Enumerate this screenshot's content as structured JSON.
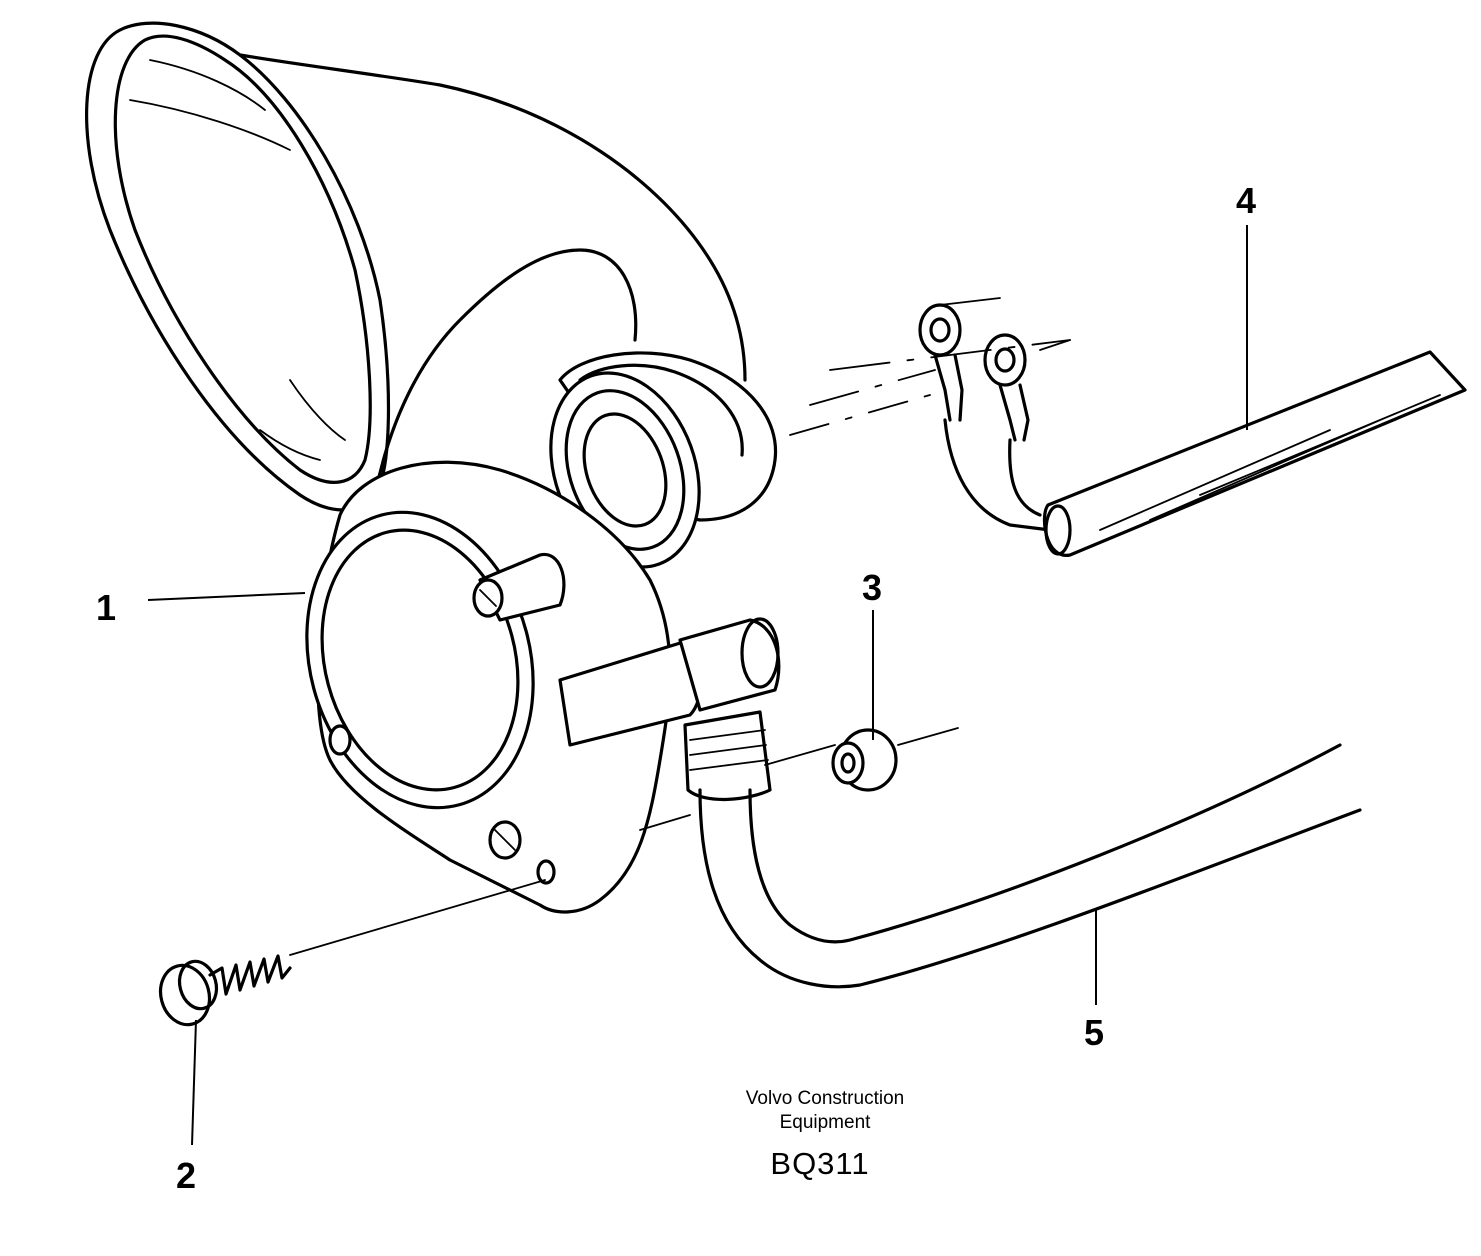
{
  "callouts": [
    {
      "id": "1",
      "label": "1"
    },
    {
      "id": "2",
      "label": "2"
    },
    {
      "id": "3",
      "label": "3"
    },
    {
      "id": "4",
      "label": "4"
    },
    {
      "id": "5",
      "label": "5"
    }
  ],
  "footer": {
    "company_line1": "Volvo Construction",
    "company_line2": "Equipment",
    "drawing_code": "BQ311"
  }
}
